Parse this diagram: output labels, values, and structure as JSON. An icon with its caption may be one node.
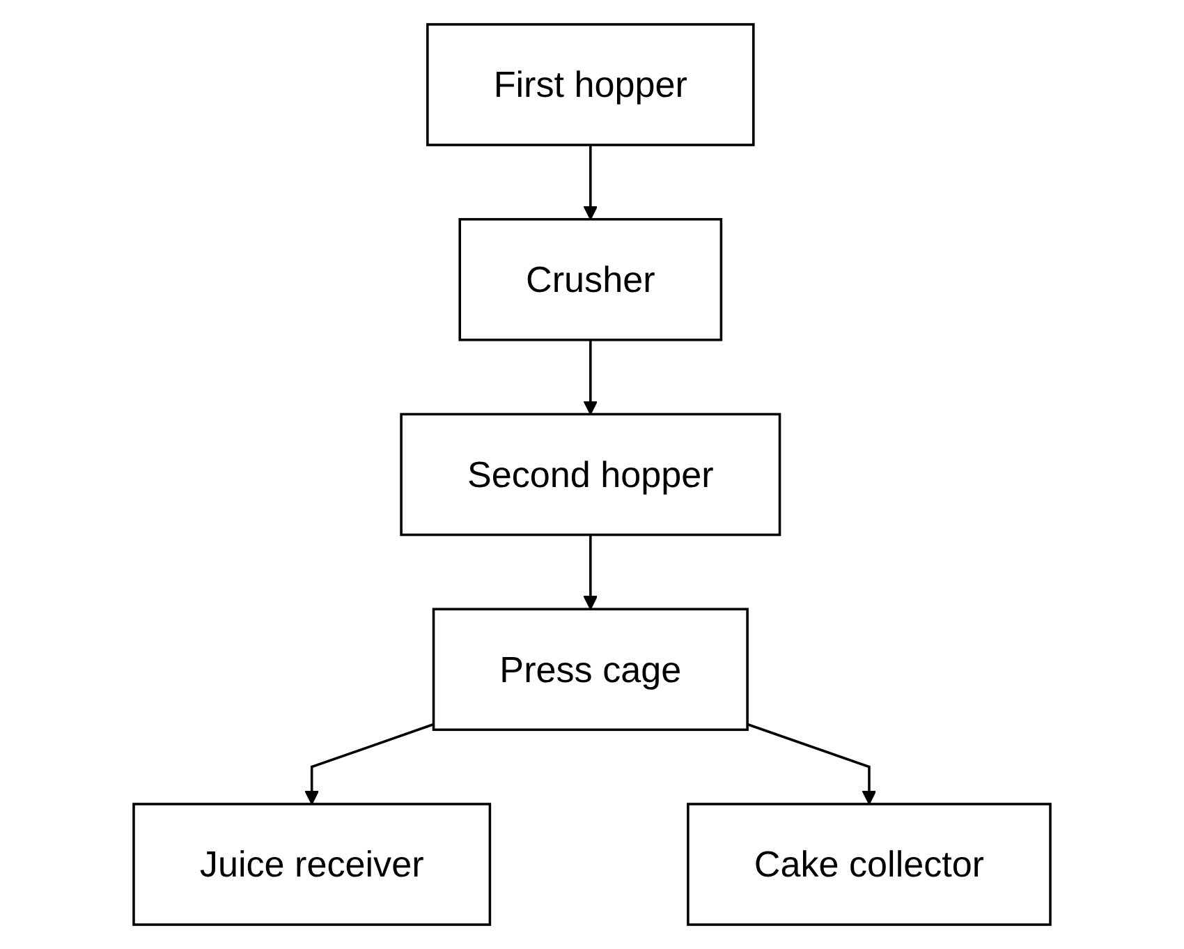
{
  "diagram": {
    "nodes": [
      {
        "text": [
          "First hopper"
        ]
      },
      {
        "text": [
          "Crusher"
        ]
      },
      {
        "text": [
          "Second hopper"
        ]
      },
      {
        "text": [
          "Press cage"
        ]
      },
      {
        "text": [
          "Juice receiver"
        ]
      },
      {
        "text": [
          "Cake collector"
        ]
      }
    ],
    "edges": [
      {
        "from": 0,
        "to": 1,
        "arrow": "to"
      },
      {
        "from": 1,
        "to": 2,
        "arrow": "to"
      },
      {
        "from": 2,
        "to": 3,
        "arrow": "to"
      },
      {
        "from": 3,
        "to": 4,
        "arrow": "to"
      },
      {
        "from": 3,
        "to": 5,
        "arrow": "to"
      }
    ]
  }
}
